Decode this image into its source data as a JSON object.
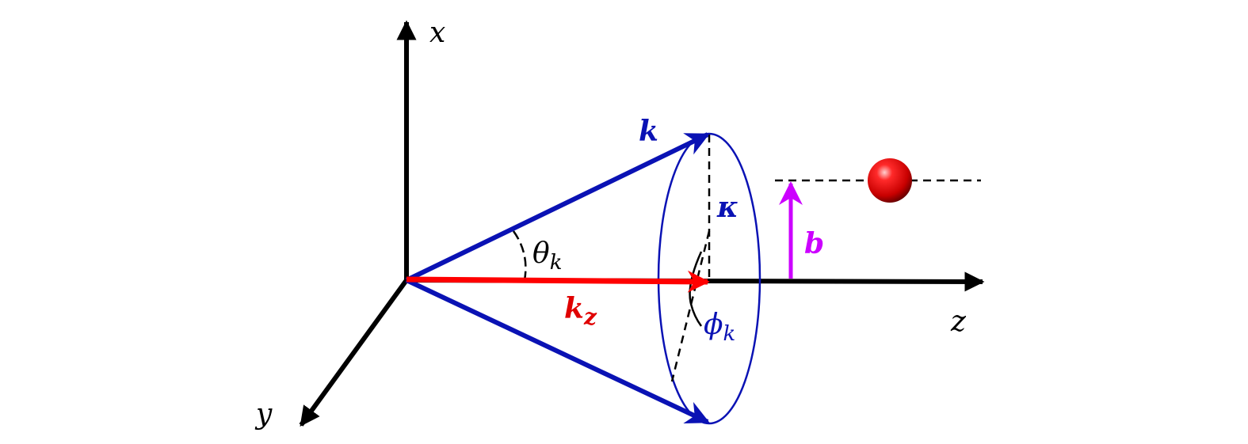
{
  "diagram": {
    "axes": {
      "x_label": "x",
      "y_label": "y",
      "z_label": "z"
    },
    "vectors": {
      "k_label": "k",
      "kz_label": "k",
      "kz_sub": "z",
      "kappa_label": "κ",
      "b_label": "b"
    },
    "angles": {
      "theta_label": "θ",
      "theta_sub": "k",
      "phi_label": "ϕ",
      "phi_sub": "k"
    },
    "colors": {
      "axis": "#000000",
      "k_vector": "#0a12b4",
      "cone_ring": "#0a12b4",
      "kz_vector": "#ff0000",
      "kz_label": "#e00000",
      "b_vector": "#cc00ff",
      "particle": "#e00000",
      "dashed": "#000000"
    },
    "icons": {
      "particle": "red-sphere-icon"
    }
  }
}
